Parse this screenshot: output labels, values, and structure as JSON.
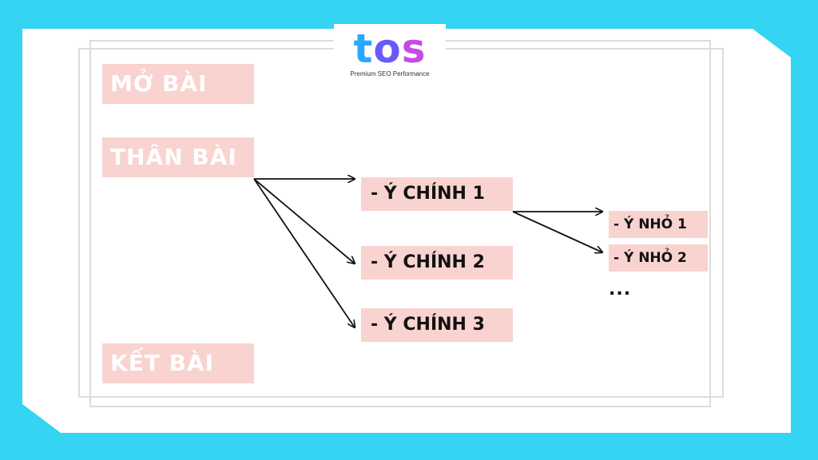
{
  "logo": {
    "wordmark": "tos",
    "tagline": "Premium SEO Performance"
  },
  "outline": {
    "intro": "MỞ BÀI",
    "body": "THÂN BÀI",
    "conclusion": "KẾT BÀI",
    "main_points": [
      "- Ý CHÍNH 1",
      "- Ý CHÍNH 2",
      "- Ý CHÍNH 3"
    ],
    "sub_points": [
      "- Ý NHỎ 1",
      "- Ý NHỎ 2"
    ],
    "more": "..."
  },
  "colors": {
    "background": "#34d4f2",
    "box_fill": "#f9d3cf",
    "logo_blue": "#2aa8ff",
    "logo_purple": "#c54be8"
  }
}
